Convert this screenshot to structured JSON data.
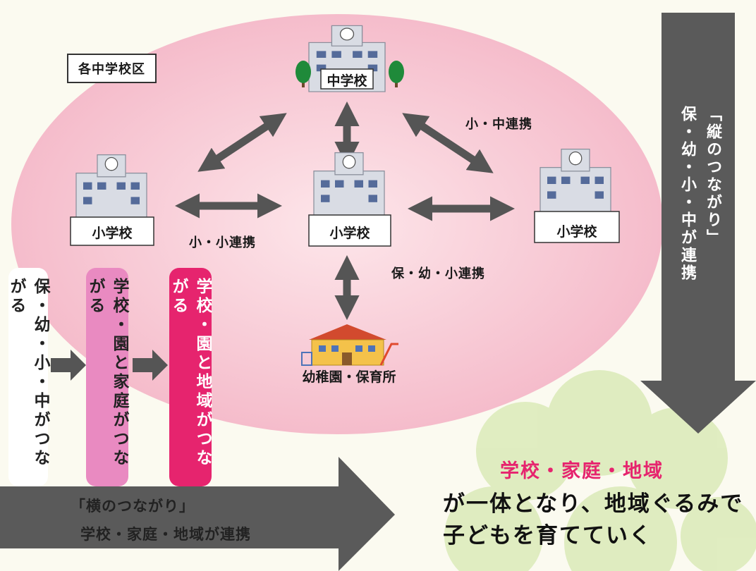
{
  "district_label": "各中学校区",
  "junior_high_label": "中学校",
  "elementary_labels": [
    "小学校",
    "小学校",
    "小学校"
  ],
  "kindergarten_label": "幼稚園・保育所",
  "link_labels": {
    "elem_junior": "小・中連携",
    "elem_elem": "小・小連携",
    "preschool_elem": "保・幼・小連携"
  },
  "columns": [
    "保・幼・小・中がつながる",
    "学校・園と家庭がつながる",
    "学校・園と地域がつながる"
  ],
  "vertical_caption": {
    "title": "「縦のつながり」",
    "subtitle": "保・幼・小・中が連携"
  },
  "horizontal_caption": {
    "title": "「横のつながり」",
    "subtitle": "学校・家庭・地域が連携"
  },
  "message": {
    "headline": "学校・家庭・地域",
    "line1": "が一体となり、地域ぐるみで",
    "line2": "子どもを育てていく"
  },
  "colors": {
    "ellipse": "#f7c9d2",
    "arrow": "#555555",
    "pink_light": "#e98ac1",
    "pink_dark": "#e6246e",
    "clover": "#dbeab8"
  }
}
